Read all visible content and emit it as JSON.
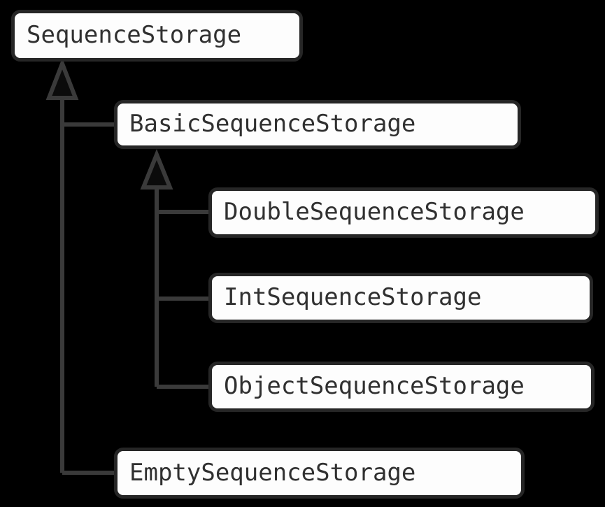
{
  "diagram": {
    "kind": "uml-class-inheritance-diagram",
    "background_color": "#000000",
    "node_fill_color": "#fdfdfd",
    "node_border_color": "#262626",
    "node_text_color": "#303030",
    "edge_color": "#3a3a3a",
    "nodes": [
      {
        "id": "sequence-storage",
        "label": "SequenceStorage"
      },
      {
        "id": "basic-sequence-storage",
        "label": "BasicSequenceStorage"
      },
      {
        "id": "double-sequence-storage",
        "label": "DoubleSequenceStorage"
      },
      {
        "id": "int-sequence-storage",
        "label": "IntSequenceStorage"
      },
      {
        "id": "object-sequence-storage",
        "label": "ObjectSequenceStorage"
      },
      {
        "id": "empty-sequence-storage",
        "label": "EmptySequenceStorage"
      }
    ],
    "edges": [
      {
        "from": "basic-sequence-storage",
        "to": "sequence-storage",
        "type": "generalization"
      },
      {
        "from": "empty-sequence-storage",
        "to": "sequence-storage",
        "type": "generalization"
      },
      {
        "from": "double-sequence-storage",
        "to": "basic-sequence-storage",
        "type": "generalization"
      },
      {
        "from": "int-sequence-storage",
        "to": "basic-sequence-storage",
        "type": "generalization"
      },
      {
        "from": "object-sequence-storage",
        "to": "basic-sequence-storage",
        "type": "generalization"
      }
    ]
  }
}
